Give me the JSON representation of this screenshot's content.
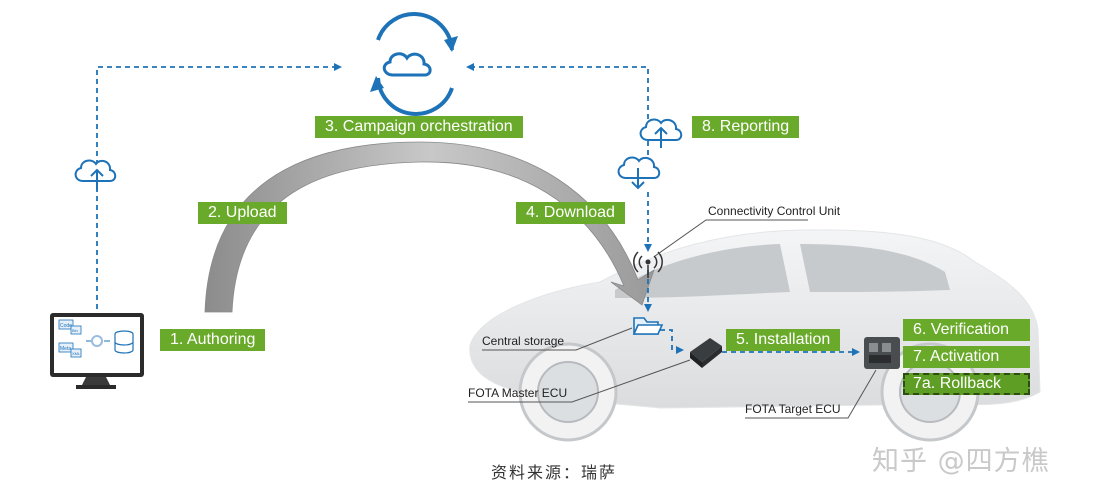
{
  "steps": {
    "authoring": "1. Authoring",
    "upload": "2. Upload",
    "campaign": "3. Campaign orchestration",
    "download": "4. Download",
    "installation": "5. Installation",
    "verification": "6. Verification",
    "activation": "7. Activation",
    "rollback": "7a. Rollback",
    "reporting": "8. Reporting"
  },
  "labels": {
    "connectivity_control_unit": "Connectivity Control Unit",
    "central_storage": "Central storage",
    "fota_master_ecu": "FOTA Master ECU",
    "fota_target_ecu": "FOTA Target ECU"
  },
  "screen": {
    "code": "Code",
    "meta": "Meta",
    "bin": "Bin",
    "xml": "XML"
  },
  "caption": "资料来源：瑞萨",
  "watermark": "知乎 @四方樵",
  "colors": {
    "step_green": "#6aaa2a",
    "flow_blue": "#1e73b8",
    "arc_gray": "#9a9a9a"
  }
}
